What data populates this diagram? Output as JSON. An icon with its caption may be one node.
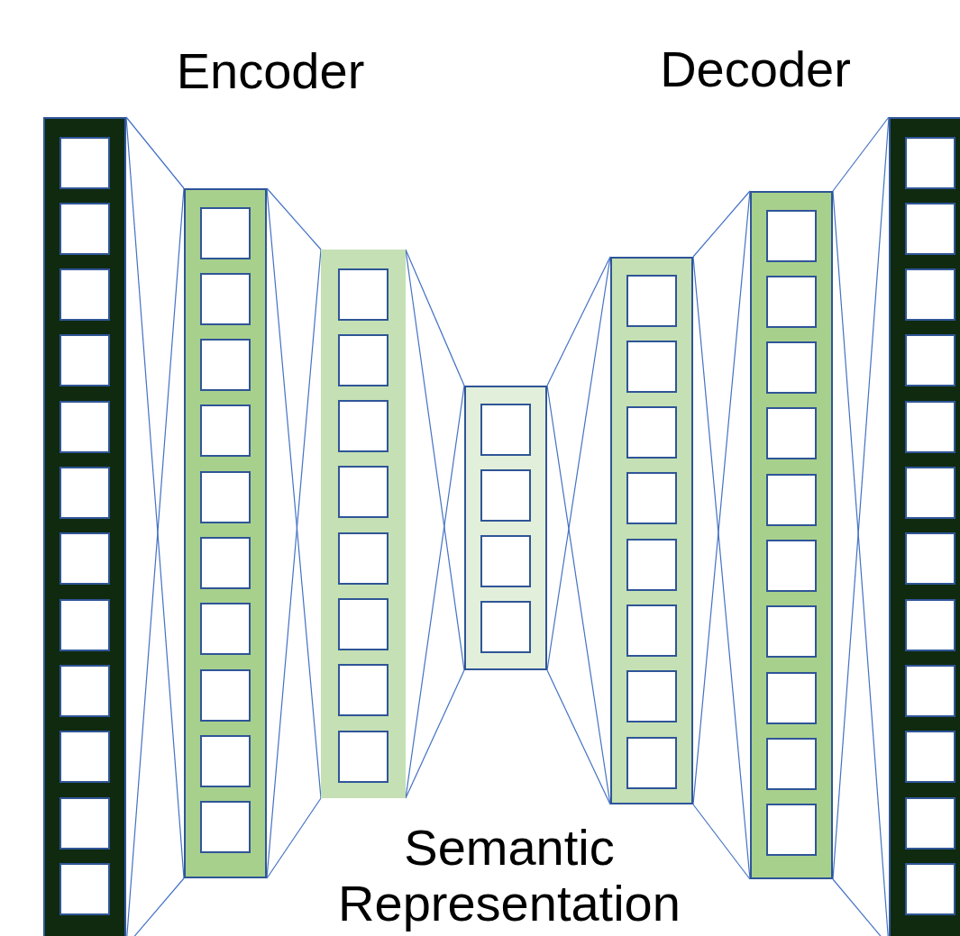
{
  "diagram": {
    "nodes": [
      {
        "text": [],
        "shape": "bar"
      },
      {
        "text": [],
        "shape": "bar"
      },
      {
        "text": [],
        "shape": "bar"
      },
      {
        "text": [],
        "shape": "bar"
      },
      {
        "text": [],
        "shape": "bar"
      },
      {
        "text": [],
        "shape": "bar"
      },
      {
        "text": [],
        "shape": "bar"
      }
    ],
    "edges": [
      {
        "from": 0,
        "to": 1,
        "arrow": "none"
      },
      {
        "from": 0,
        "to": 1,
        "arrow": "none"
      },
      {
        "from": 0,
        "to": 1,
        "arrow": "none"
      },
      {
        "from": 0,
        "to": 1,
        "arrow": "none"
      },
      {
        "from": 1,
        "to": 2,
        "arrow": "none"
      },
      {
        "from": 1,
        "to": 2,
        "arrow": "none"
      },
      {
        "from": 1,
        "to": 2,
        "arrow": "none"
      },
      {
        "from": 1,
        "to": 2,
        "arrow": "none"
      },
      {
        "from": 2,
        "to": 3,
        "arrow": "none"
      },
      {
        "from": 2,
        "to": 3,
        "arrow": "none"
      },
      {
        "from": 2,
        "to": 3,
        "arrow": "none"
      },
      {
        "from": 2,
        "to": 3,
        "arrow": "none"
      },
      {
        "from": 3,
        "to": 4,
        "arrow": "none"
      },
      {
        "from": 3,
        "to": 4,
        "arrow": "none"
      },
      {
        "from": 3,
        "to": 4,
        "arrow": "none"
      },
      {
        "from": 3,
        "to": 4,
        "arrow": "none"
      },
      {
        "from": 4,
        "to": 5,
        "arrow": "none"
      },
      {
        "from": 4,
        "to": 5,
        "arrow": "none"
      },
      {
        "from": 4,
        "to": 5,
        "arrow": "none"
      },
      {
        "from": 4,
        "to": 5,
        "arrow": "none"
      },
      {
        "from": 5,
        "to": 6,
        "arrow": "none"
      },
      {
        "from": 5,
        "to": 6,
        "arrow": "none"
      },
      {
        "from": 5,
        "to": 6,
        "arrow": "none"
      },
      {
        "from": 5,
        "to": 6,
        "arrow": "none"
      }
    ],
    "labels": [
      "Encoder",
      "Decoder",
      "Semantic Representation"
    ]
  }
}
